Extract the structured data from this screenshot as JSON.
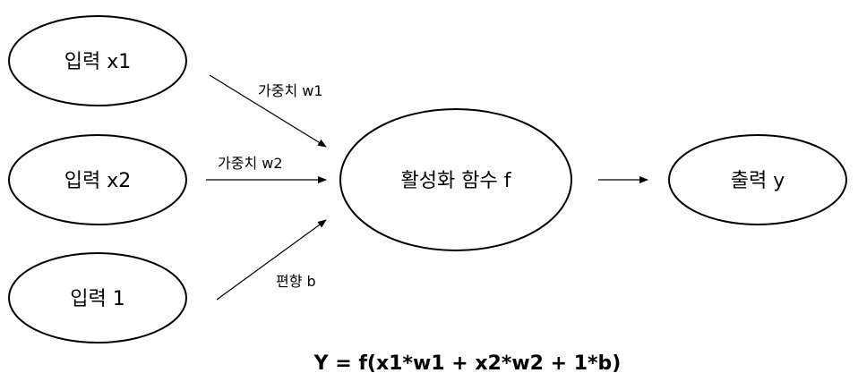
{
  "nodes": {
    "input_x1": "입력 x1",
    "input_x2": "입력 x2",
    "input_1": "입력 1",
    "activation": "활성화 함수 f",
    "output": "출력 y"
  },
  "edges": {
    "w1": "가중치 w1",
    "w2": "가중치 w2",
    "bias": "편향 b"
  },
  "formula": "Y = f(x1*w1 + x2*w2 + 1*b)"
}
